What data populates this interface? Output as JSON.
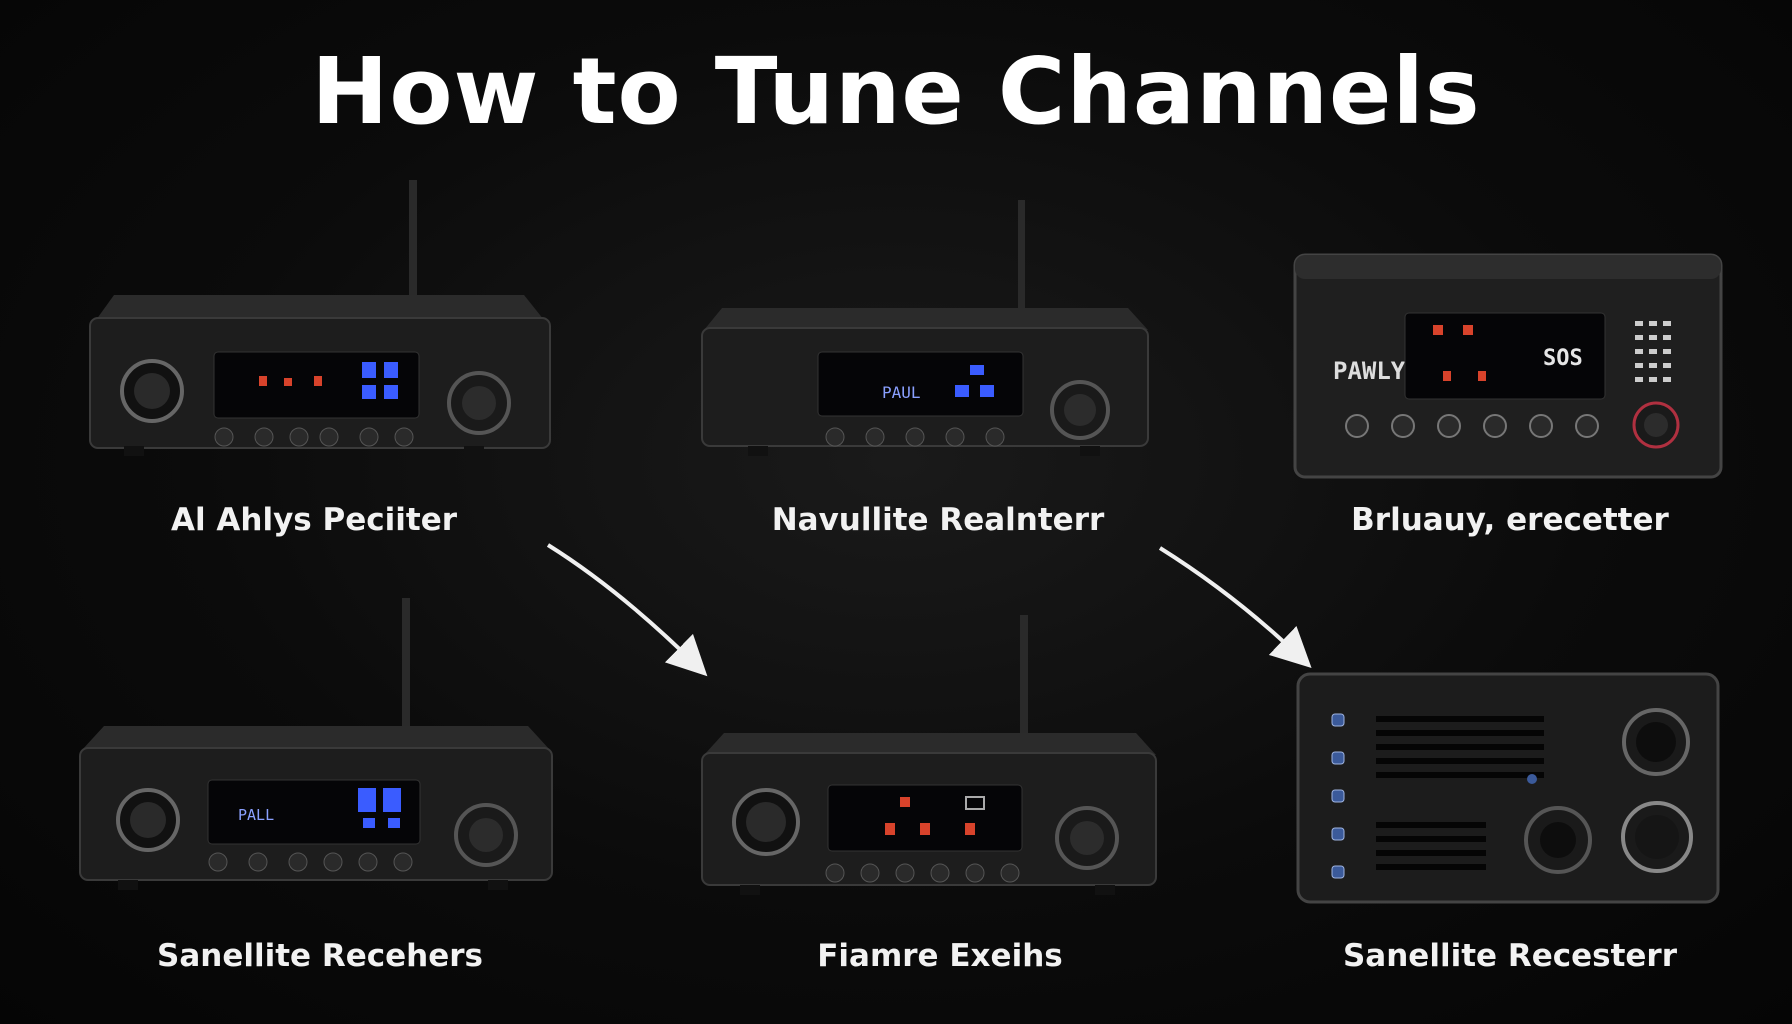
{
  "title": "How to Tune Channels",
  "devices": [
    {
      "label": "Al Ahlys Peciiter",
      "display": [
        "",
        ""
      ],
      "icon": "receiver-with-antenna-icon"
    },
    {
      "label": "Navullite Realnterr",
      "display": [
        "PAUL",
        ""
      ],
      "icon": "receiver-with-antenna-icon"
    },
    {
      "label": "Brluauy, erecetter",
      "display": [
        "SOS",
        "PAWLY"
      ],
      "icon": "receiver-box-icon"
    },
    {
      "label": "Sanellite Recehers",
      "display": [
        "PALL",
        ""
      ],
      "icon": "receiver-with-antenna-icon"
    },
    {
      "label": "Fiamre Exeihs",
      "display": [
        "",
        ""
      ],
      "icon": "receiver-with-antenna-icon"
    },
    {
      "label": "Sanellite Recesterr",
      "display": [
        "",
        ""
      ],
      "icon": "speaker-receiver-icon"
    }
  ],
  "colors": {
    "background": "#0b0b0b",
    "text": "#ffffff",
    "display_blue": "#3a5cff",
    "display_red": "#d8432b"
  }
}
